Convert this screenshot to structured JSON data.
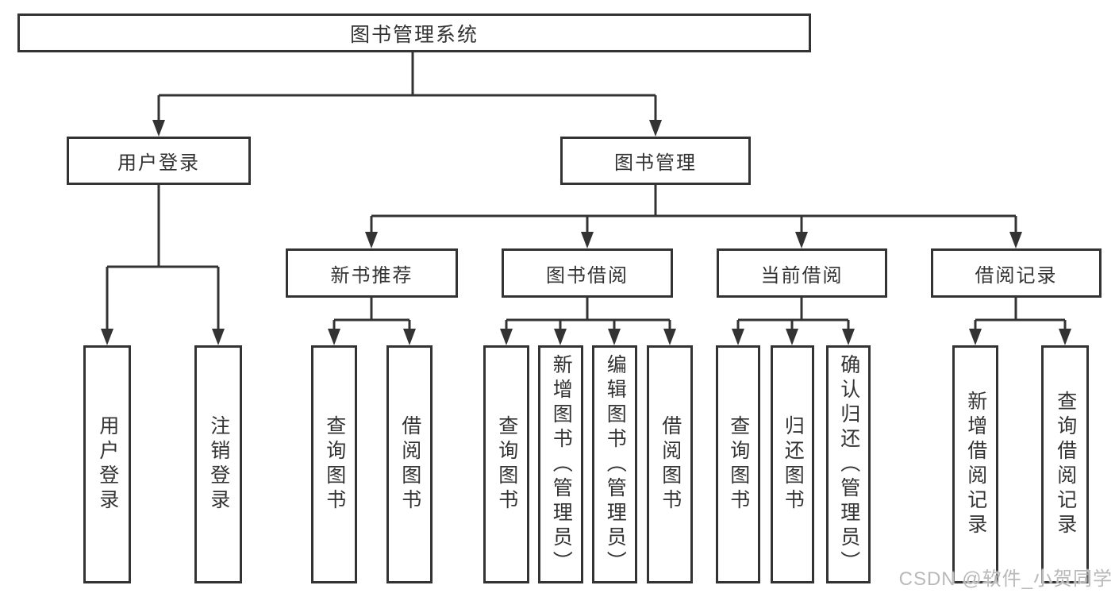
{
  "diagram_title": "图书管理系统",
  "tree": {
    "label": "图书管理系统",
    "children": [
      {
        "label": "用户登录",
        "children": [
          {
            "label": "用户登录"
          },
          {
            "label": "注销登录"
          }
        ]
      },
      {
        "label": "图书管理",
        "children": [
          {
            "label": "新书推荐",
            "children": [
              {
                "label": "查询图书"
              },
              {
                "label": "借阅图书"
              }
            ]
          },
          {
            "label": "图书借阅",
            "children": [
              {
                "label": "查询图书"
              },
              {
                "label": "新增图书（管理员）"
              },
              {
                "label": "编辑图书（管理员）"
              },
              {
                "label": "借阅图书"
              }
            ]
          },
          {
            "label": "当前借阅",
            "children": [
              {
                "label": "查询图书"
              },
              {
                "label": "归还图书"
              },
              {
                "label": "确认归还（管理员）"
              }
            ]
          },
          {
            "label": "借阅记录",
            "children": [
              {
                "label": "新增借阅记录"
              },
              {
                "label": "查询借阅记录"
              }
            ]
          }
        ]
      }
    ]
  },
  "watermark": {
    "text": "CSDN @软件_小贺同学"
  },
  "colors": {
    "line": "#333333",
    "box_border": "#333333",
    "text": "#333333",
    "background": "#ffffff",
    "watermark": "#b9b9b9"
  }
}
